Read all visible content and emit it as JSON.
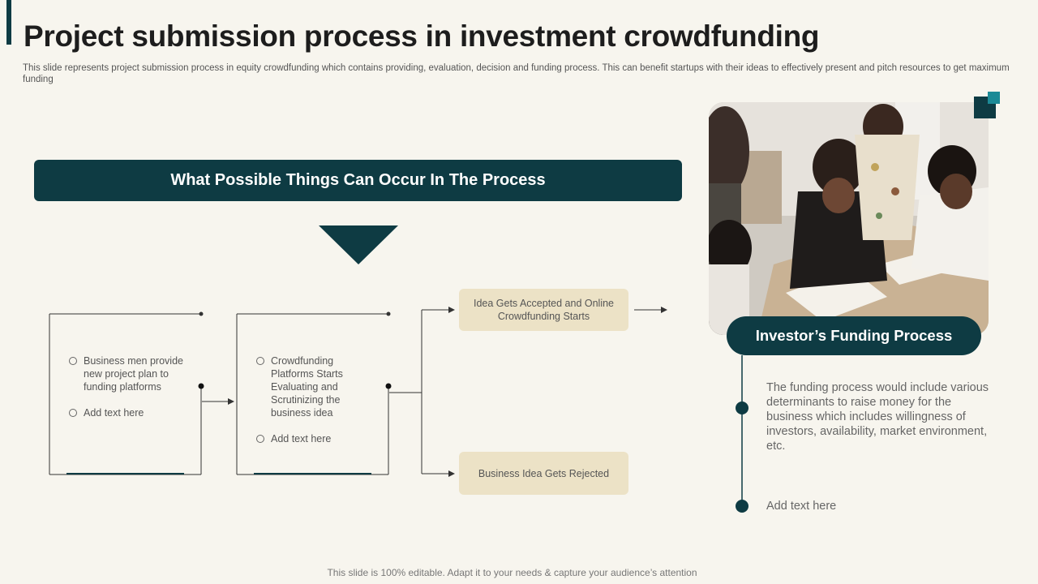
{
  "slide": {
    "title": "Project submission process in investment crowdfunding",
    "subtitle": "This slide represents project submission process in equity crowdfunding which contains providing, evaluation, decision and funding process. This can benefit startups with their ideas to effectively  present and pitch resources to get maximum funding",
    "footer": "This slide is 100% editable. Adapt it to your needs & capture your audience’s attention"
  },
  "process": {
    "banner": "What Possible Things Can Occur In The Process",
    "box1": {
      "items": [
        "Business men provide  new project plan to funding platforms",
        "Add text here"
      ]
    },
    "box2": {
      "items": [
        "Crowdfunding Platforms Starts Evaluating  and Scrutinizing the business idea",
        "Add text here"
      ]
    },
    "outcomes": {
      "accepted": "Idea Gets Accepted and Online Crowdfunding  Starts",
      "rejected": "Business Idea  Gets Rejected"
    }
  },
  "funding": {
    "pill_label": "Investor’s Funding Process",
    "description": "The funding process would include various determinants to raise money for the business which includes willingness of investors, availability,  market environment, etc.",
    "add_text": "Add text here"
  },
  "colors": {
    "primary": "#0e3b43",
    "accent": "#1c8a96",
    "outcome_fill": "#ece2c6",
    "background": "#f7f5ee"
  }
}
